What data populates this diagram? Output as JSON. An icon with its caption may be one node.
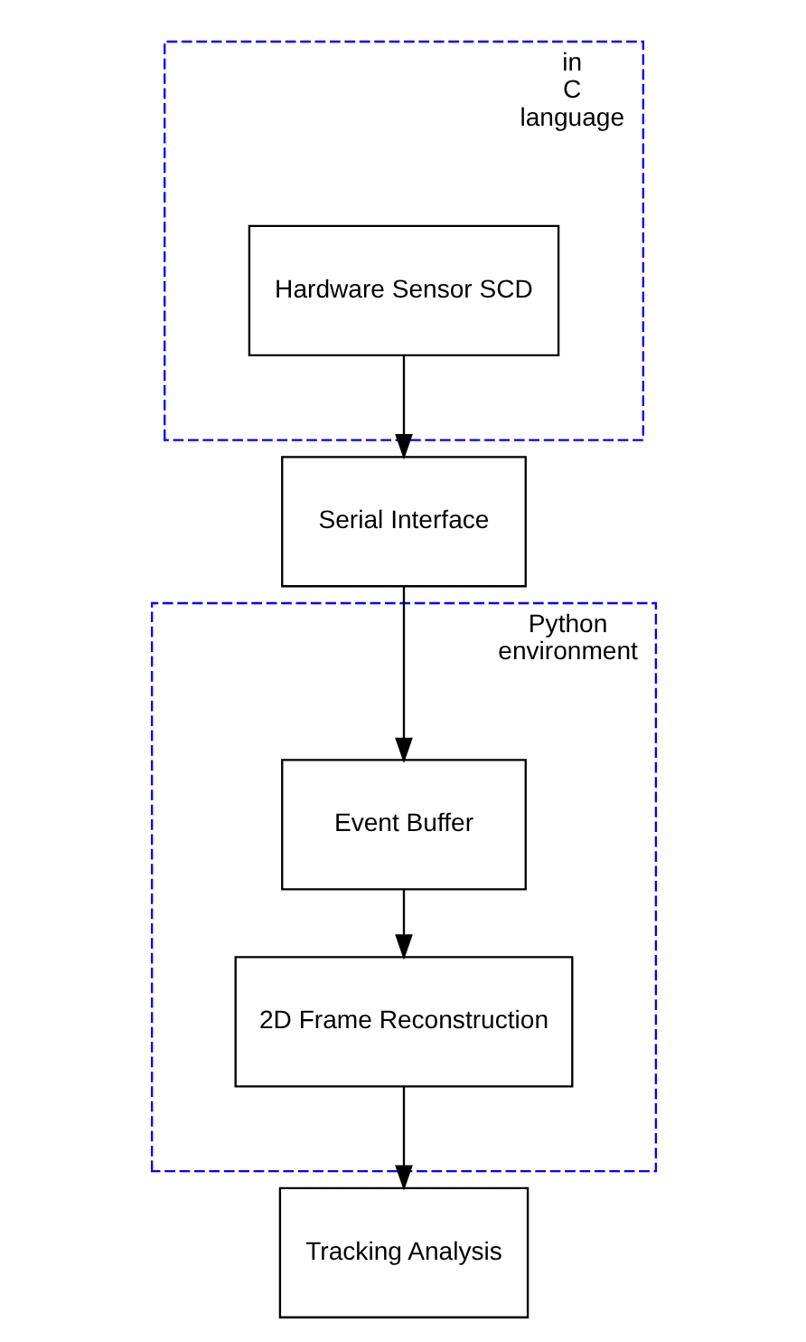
{
  "diagram": {
    "nodes": [
      {
        "text": [
          "in C language"
        ]
      },
      {
        "text": [
          "Hardware Sensor SCD"
        ],
        "in": 0
      },
      {
        "text": [
          "Serial Interface"
        ]
      },
      {
        "text": [
          "Python environment"
        ]
      },
      {
        "text": [
          "Event Buffer"
        ],
        "in": 3
      },
      {
        "text": [
          "2D Frame Reconstruction"
        ],
        "in": 3
      },
      {
        "text": [
          "Tracking Analysis"
        ]
      }
    ],
    "edges": [
      {
        "from": 1,
        "to": 2,
        "arrow": "to"
      },
      {
        "from": 2,
        "to": 4,
        "arrow": "to"
      },
      {
        "from": 4,
        "to": 5,
        "arrow": "to"
      },
      {
        "from": 5,
        "to": 6,
        "arrow": "to"
      }
    ]
  }
}
